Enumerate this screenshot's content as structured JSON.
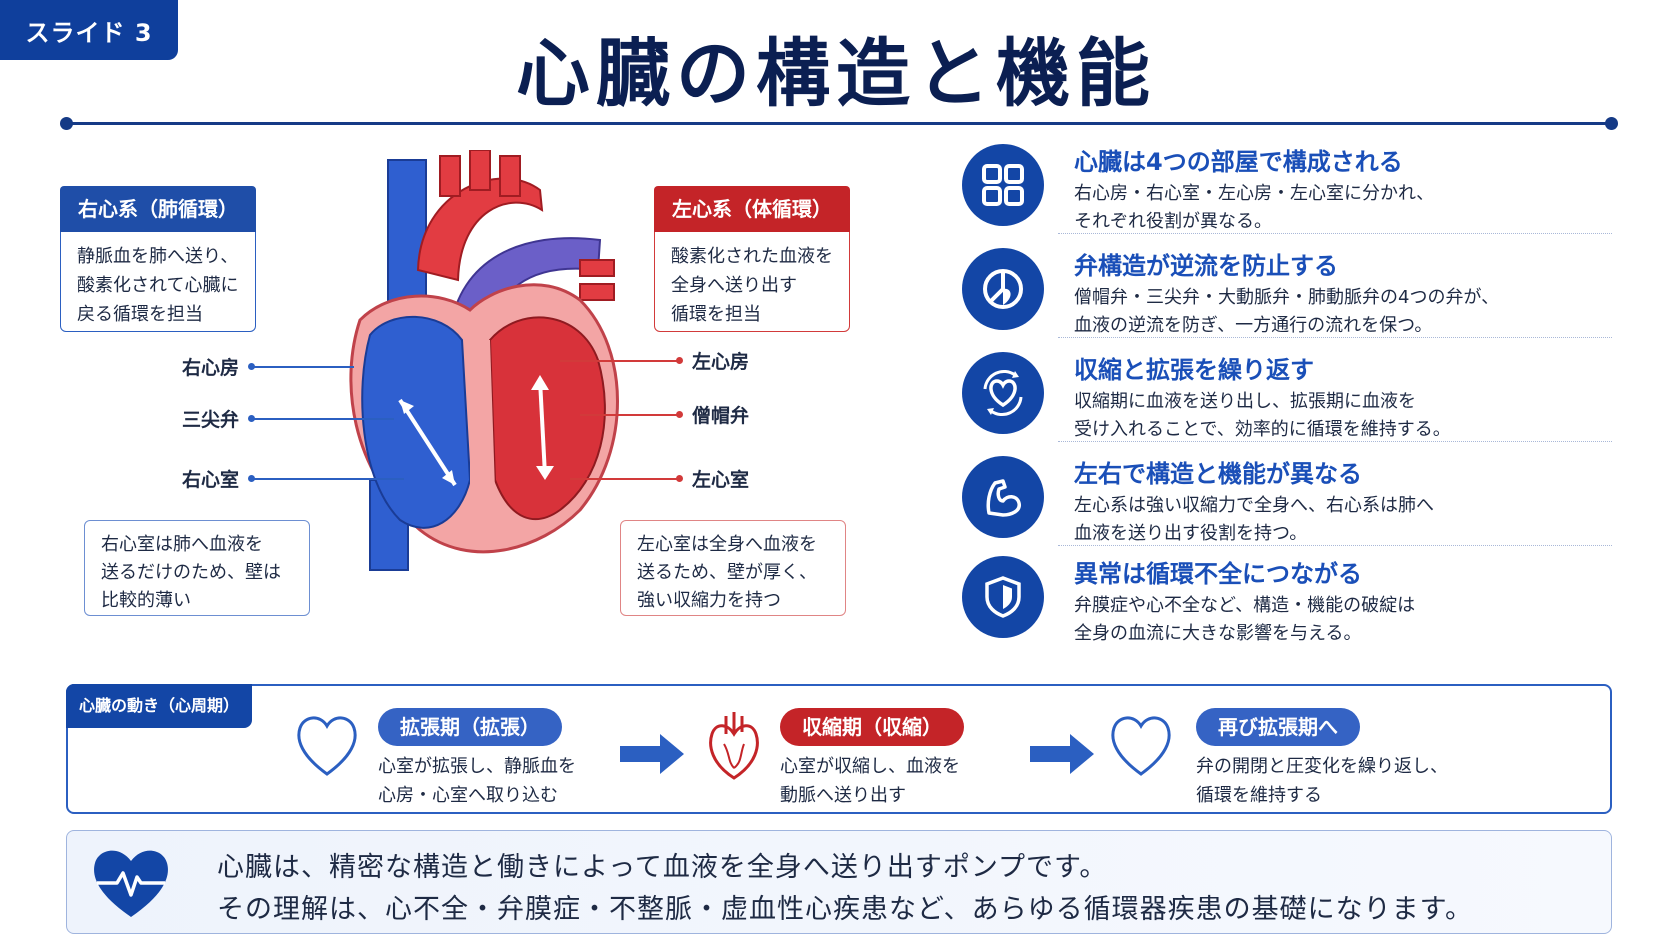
{
  "slide_tag": "スライド 3",
  "title": "心臓の構造と機能",
  "right_system": {
    "header": "右心系（肺循環）",
    "lines": [
      "静脈血を肺へ送り、",
      "酸素化されて心臓に",
      "戻る循環を担当"
    ]
  },
  "left_system": {
    "header": "左心系（体循環）",
    "lines": [
      "酸素化された血液を",
      "全身へ送り出す",
      "循環を担当"
    ]
  },
  "heart_labels": {
    "right_atrium": "右心房",
    "tricuspid": "三尖弁",
    "right_ventricle": "右心室",
    "left_atrium": "左心房",
    "mitral": "僧帽弁",
    "left_ventricle": "左心室"
  },
  "right_note": {
    "lines": [
      "右心室は肺へ血液を",
      "送るだけのため、壁は",
      "比較的薄い"
    ]
  },
  "left_note": {
    "lines": [
      "左心室は全身へ血液を",
      "送るため、壁が厚く、",
      "強い収縮力を持つ"
    ]
  },
  "features": [
    {
      "icon": "four-squares-icon",
      "title": "心臓は4つの部屋で構成される",
      "lines": [
        "右心房・右心室・左心房・左心室に分かれ、",
        "それぞれ役割が異なる。"
      ]
    },
    {
      "icon": "valve-icon",
      "title": "弁構造が逆流を防止する",
      "lines": [
        "僧帽弁・三尖弁・大動脈弁・肺動脈弁の4つの弁が、",
        "血液の逆流を防ぎ、一方通行の流れを保つ。"
      ]
    },
    {
      "icon": "heart-cycle-icon",
      "title": "収縮と拡張を繰り返す",
      "lines": [
        "収縮期に血液を送り出し、拡張期に血液を",
        "受け入れることで、効率的に循環を維持する。"
      ]
    },
    {
      "icon": "muscle-icon",
      "title": "左右で構造と機能が異なる",
      "lines": [
        "左心系は強い収縮力で全身へ、右心系は肺へ",
        "血液を送り出す役割を持つ。"
      ]
    },
    {
      "icon": "shield-icon",
      "title": "異常は循環不全につながる",
      "lines": [
        "弁膜症や心不全など、構造・機能の破綻は",
        "全身の血流に大きな影響を与える。"
      ]
    }
  ],
  "cycle": {
    "tag": "心臓の動き（心周期）",
    "phases": [
      {
        "label": "拡張期（拡張）",
        "lines": [
          "心室が拡張し、静脈血を",
          "心房・心室へ取り込む"
        ]
      },
      {
        "label": "収縮期（収縮）",
        "lines": [
          "心室が収縮し、血液を",
          "動脈へ送り出す"
        ]
      },
      {
        "label": "再び拡張期へ",
        "lines": [
          "弁の開閉と圧変化を繰り返し、",
          "循環を維持する"
        ]
      }
    ]
  },
  "summary": {
    "line1": "心臓は、精密な構造と働きによって血液を全身へ送り出すポンプです。",
    "line2": "その理解は、心不全・弁膜症・不整脈・虚血性心疾患など、あらゆる循環器疾患の基礎になります。"
  },
  "colors": {
    "navy": "#0f3f9c",
    "blue": "#2b5fc1",
    "red": "#c42428"
  }
}
